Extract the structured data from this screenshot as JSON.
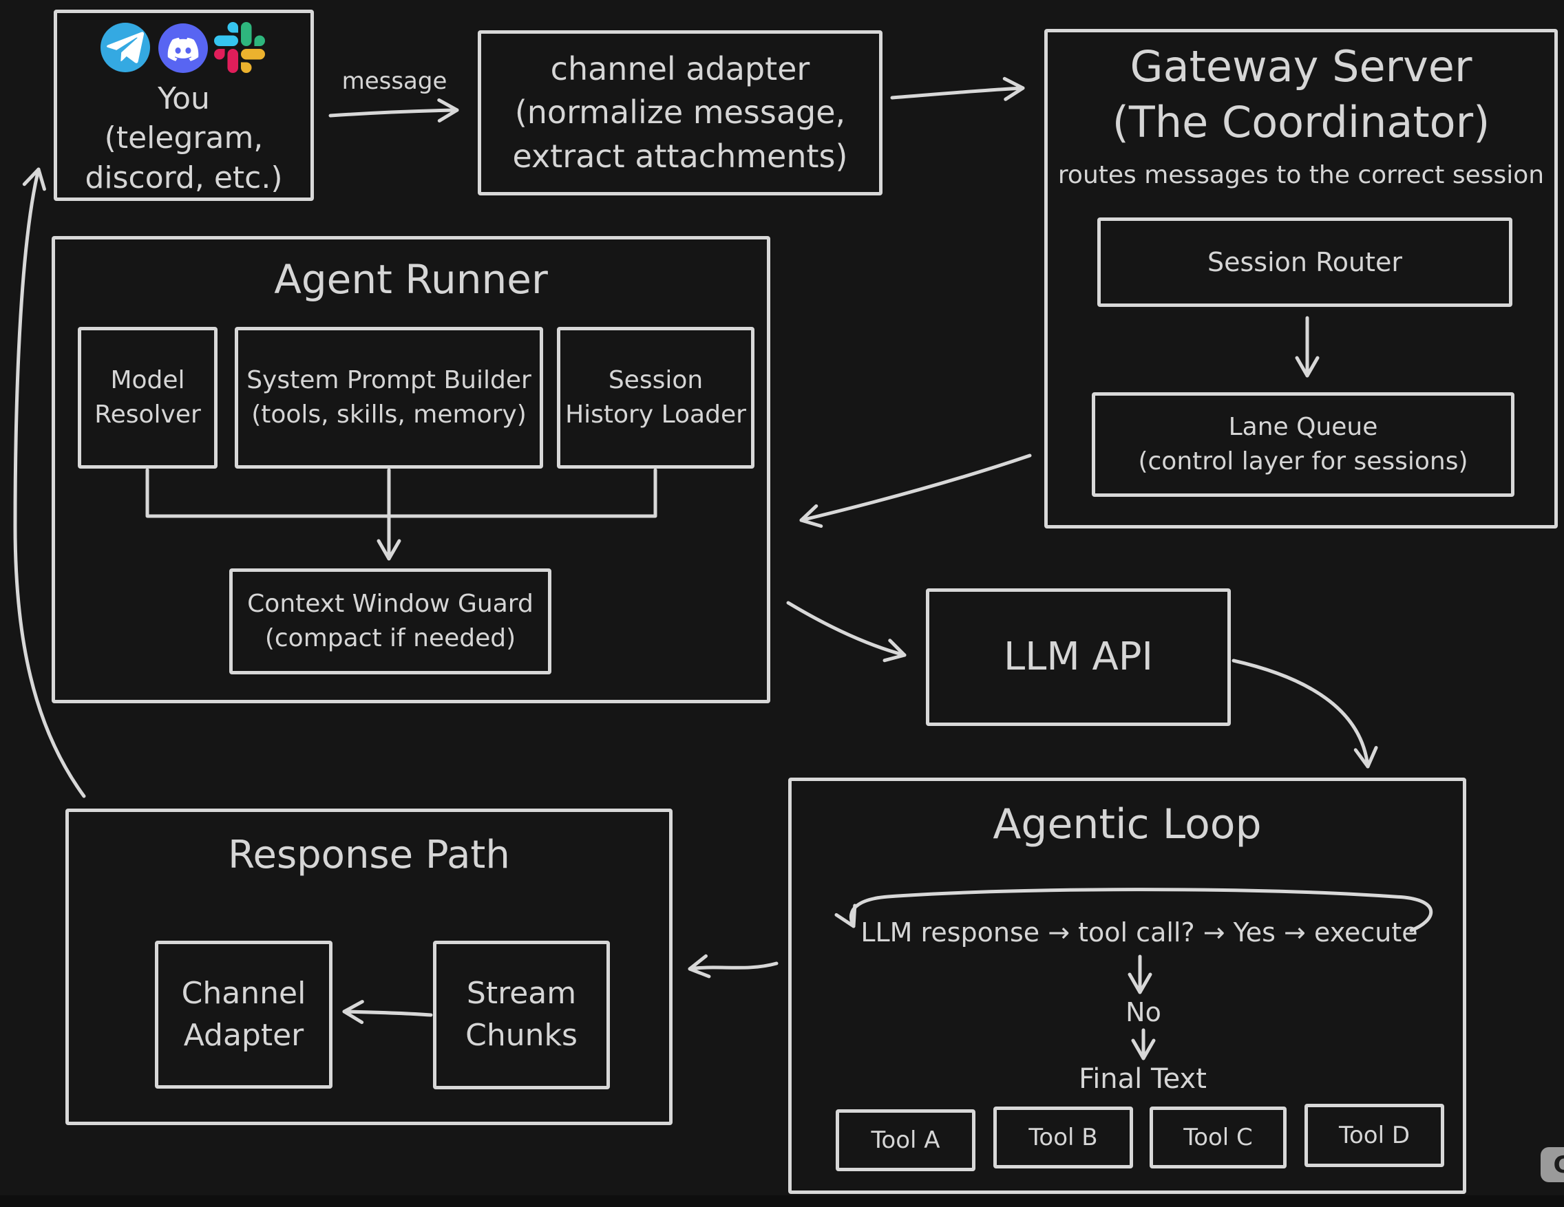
{
  "colors": {
    "background": "#151515",
    "stroke": "#d8d8d8",
    "text": "#d6d6d6",
    "telegram_blue": "#34a9e2",
    "discord_blurple": "#5865f2",
    "slack_blue": "#36c5f0",
    "slack_green": "#2eb67d",
    "slack_red": "#e01e5a",
    "slack_yellow": "#ecb22e",
    "icon_glyph_white": "#ffffff",
    "corner_button_bg": "#9a9a9a"
  },
  "nodes": {
    "you": {
      "icons": [
        "telegram-icon",
        "discord-icon",
        "slack-icon"
      ],
      "label": "You\n(telegram,\ndiscord, etc.)"
    },
    "channel_adapter": {
      "label": "channel adapter\n(normalize message,\nextract attachments)"
    },
    "gateway": {
      "title": "Gateway Server\n(The Coordinator)",
      "subtitle": "routes messages to the correct session",
      "session_router": "Session Router",
      "lane_queue": "Lane Queue\n(control layer for sessions)"
    },
    "agent_runner": {
      "title": "Agent Runner",
      "model_resolver": "Model\nResolver",
      "system_prompt_builder": "System Prompt Builder\n(tools, skills, memory)",
      "session_history_loader": "Session\nHistory Loader",
      "context_window_guard": "Context Window Guard\n(compact if needed)"
    },
    "llm_api": {
      "label": "LLM API"
    },
    "agentic_loop": {
      "title": "Agentic Loop",
      "loop_text": "LLM response → tool call? → Yes → execute",
      "no_label": "No",
      "final_text": "Final Text",
      "tools": [
        "Tool A",
        "Tool B",
        "Tool C",
        "Tool D"
      ]
    },
    "response_path": {
      "title": "Response Path",
      "channel_adapter": "Channel\nAdapter",
      "stream_chunks": "Stream\nChunks"
    }
  },
  "edges": {
    "message_label": "message"
  },
  "corner_button": {
    "label": "C"
  }
}
